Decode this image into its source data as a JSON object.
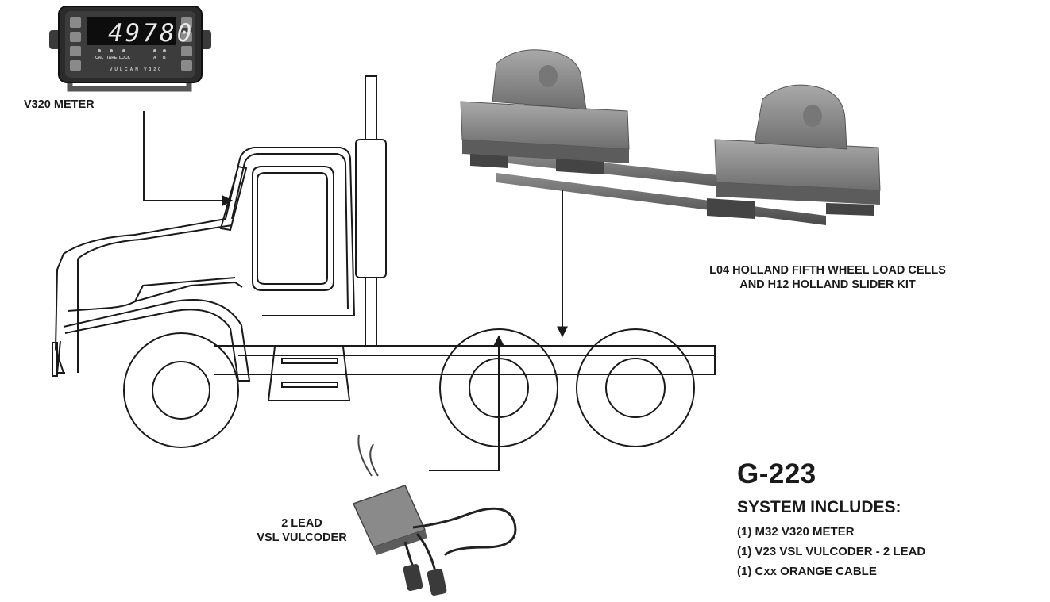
{
  "meter": {
    "label": "V320 METER",
    "display_value": "49780",
    "brand_text": "VULCAN V320",
    "indicators": [
      "CAL",
      "TARE",
      "LOCK",
      "A",
      "B"
    ]
  },
  "load_cells": {
    "label_line1": "L04  HOLLAND FIFTH WHEEL LOAD CELLS",
    "label_line2": "AND H12 HOLLAND SLIDER KIT"
  },
  "vulcoder": {
    "label_line1": "2 LEAD",
    "label_line2": "VSL VULCODER"
  },
  "system": {
    "model": "G-223",
    "includes_title": "SYSTEM INCLUDES:",
    "items": [
      "(1)  M32  V320 METER",
      "(1)  V23  VSL VULCODER - 2 LEAD",
      "(1)  Cxx ORANGE CABLE"
    ]
  },
  "colors": {
    "line": "#1a1a1a",
    "meter_body": "#2b2b2b",
    "cells_gray": "#8a8a8a"
  }
}
